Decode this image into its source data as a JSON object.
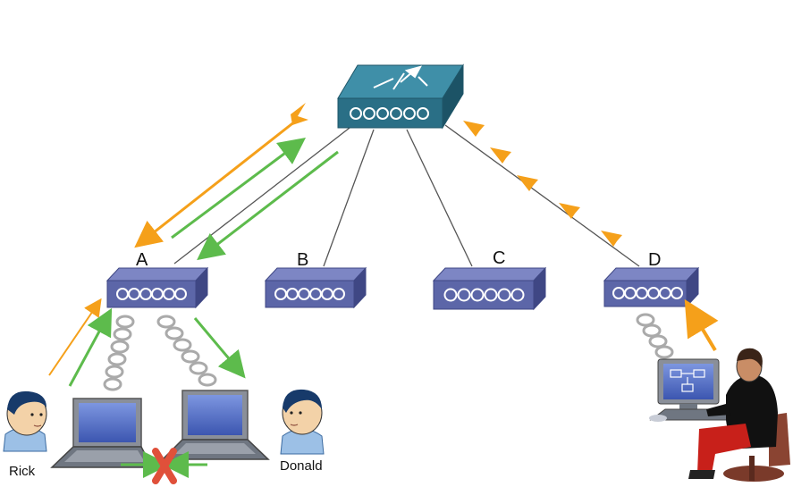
{
  "router": {
    "label": ""
  },
  "switches": [
    {
      "id": "A",
      "label": "A"
    },
    {
      "id": "B",
      "label": "B"
    },
    {
      "id": "C",
      "label": "C"
    },
    {
      "id": "D",
      "label": "D"
    }
  ],
  "people": {
    "left": {
      "label": "Rick"
    },
    "right": {
      "label": "Donald"
    }
  },
  "colors": {
    "device_top": "#7d86c4",
    "device_front": "#5c66a8",
    "device_side": "#3f4784",
    "router_top": "#3f8fa8",
    "router_front": "#2a6f86",
    "link": "#555555",
    "orange_arrow": "#f5a01a",
    "green_arrow": "#5dbb4c",
    "blocked_x": "#e0503a"
  }
}
